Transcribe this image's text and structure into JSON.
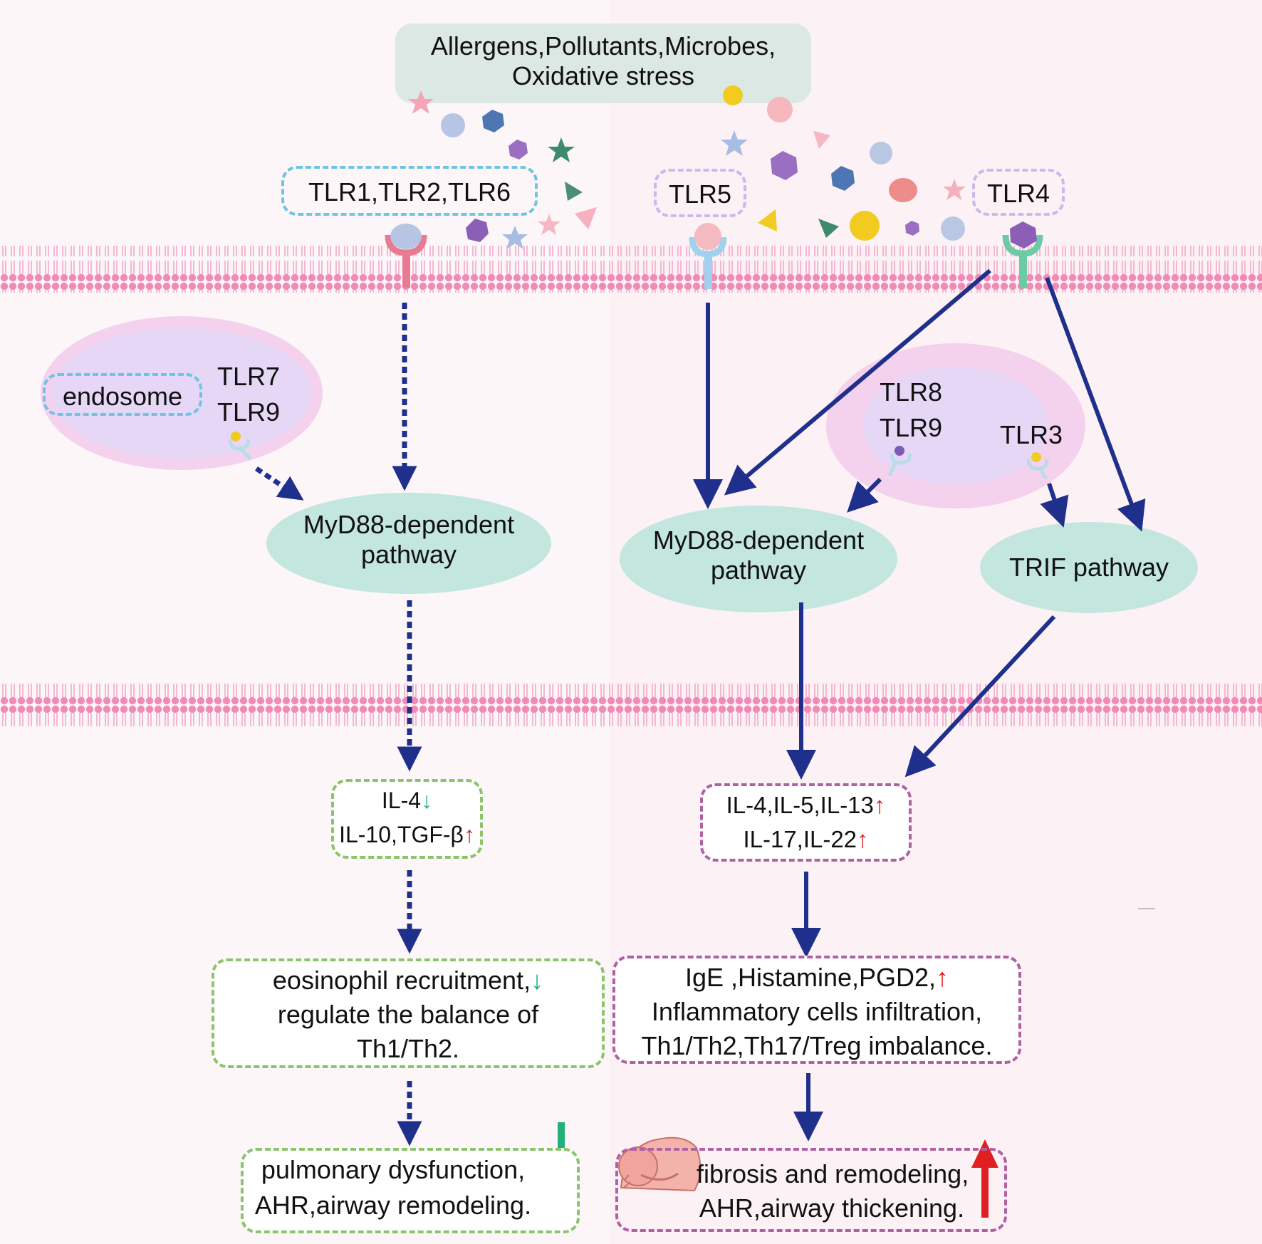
{
  "triggers": {
    "line1": "Allergens,Pollutants,Microbes,",
    "line2": "Oxidative stress"
  },
  "receptors": {
    "tlr126": "TLR1,TLR2,TLR6",
    "tlr5": "TLR5",
    "tlr4": "TLR4"
  },
  "left_endosome": {
    "label": "endosome",
    "r1": "TLR7",
    "r2": "TLR9"
  },
  "right_endosome": {
    "r1": "TLR8",
    "r2": "TLR9",
    "r3": "TLR3"
  },
  "left_pathway": {
    "line1": "MyD88-dependent",
    "line2": "pathway"
  },
  "right_pathway": {
    "line1": "MyD88-dependent",
    "line2": "pathway"
  },
  "trif_pathway": "TRIF pathway",
  "left_cytokines": {
    "line1": "IL-4",
    "line2": "IL-10,TGF-β",
    "down": "↓",
    "up": "↑"
  },
  "right_cytokines": {
    "line1": "IL-4,IL-5,IL-13",
    "line2": "IL-17,IL-22",
    "up": "↑"
  },
  "left_effects": {
    "line1": "eosinophil recruitment,",
    "line2": "regulate the balance of",
    "line3": "Th1/Th2.",
    "down": "↓"
  },
  "right_effects": {
    "line1": "IgE ,Histamine,PGD2,",
    "line2": "Inflammatory cells infiltration,",
    "line3": "Th1/Th2,Th17/Treg imbalance.",
    "up": "↑"
  },
  "left_outcome": {
    "line1": "pulmonary dysfunction,",
    "line2": "AHR,airway remodeling."
  },
  "right_outcome": {
    "line1": "fibrosis and remodeling,",
    "line2": "AHR,airway thickening."
  },
  "colors": {
    "arrow": "#1f2f8c",
    "membrane": "#ec8eb6",
    "pathway_fill": "#c3e6df",
    "up": "#e02020",
    "down": "#22b07a"
  }
}
